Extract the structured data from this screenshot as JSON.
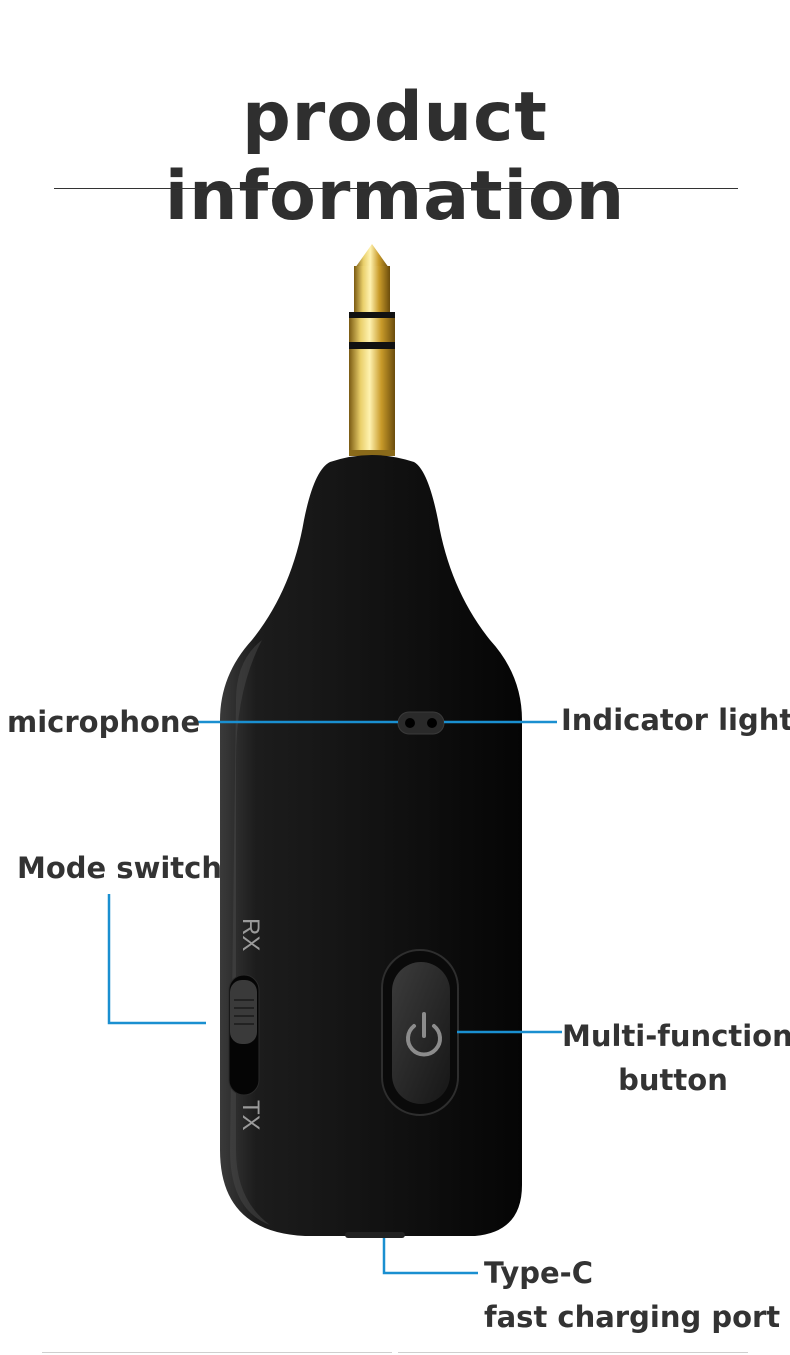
{
  "header": {
    "title": "product information"
  },
  "labels": {
    "microphone": "microphone",
    "indicator_light": "Indicator light",
    "mode_switch": "Mode switch",
    "multi_function_line1": "Multi-function",
    "multi_function_line2": "button",
    "type_c_line1": "Type-C",
    "type_c_line2": "fast charging port"
  },
  "device": {
    "switch_top_text": "RX",
    "switch_bottom_text": "TX"
  },
  "colors": {
    "leader_line": "#1a8fd0",
    "device_body": "#141414",
    "gold": "#c9a43a"
  }
}
